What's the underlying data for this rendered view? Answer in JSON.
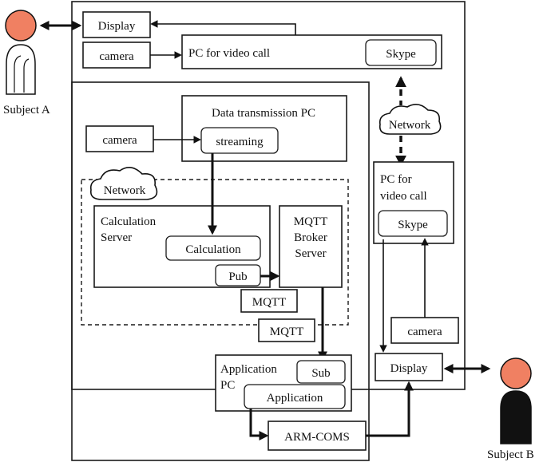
{
  "subjects": {
    "a": {
      "label": "Subject A",
      "head_color": "#f08062",
      "body_color": "#ffffff"
    },
    "b": {
      "label": "Subject B",
      "head_color": "#f08062",
      "body_color": "#111111"
    }
  },
  "site_a": {
    "display": "Display",
    "camera": "camera",
    "pc_video_call": "PC for video call",
    "skype": "Skype"
  },
  "system": {
    "data_pc_title": "Data transmission PC",
    "camera": "camera",
    "streaming": "streaming",
    "network": "Network",
    "calc_server_line1": "Calculation",
    "calc_server_line2": "Server",
    "calculation": "Calculation",
    "pub": "Pub",
    "mqtt_broker_line1": "MQTT",
    "mqtt_broker_line2": "Broker",
    "mqtt_broker_line3": "Server",
    "mqtt_1": "MQTT",
    "mqtt_2": "MQTT",
    "app_pc_line1": "Application",
    "app_pc_line2": "PC",
    "sub": "Sub",
    "application": "Application",
    "arm_coms": "ARM-COMS"
  },
  "site_b": {
    "network": "Network",
    "pc_video_call_line1": "PC for",
    "pc_video_call_line2": "video call",
    "skype": "Skype",
    "camera": "camera",
    "display": "Display"
  },
  "colors": {
    "line": "#111111",
    "head": "#f08062",
    "background": "#ffffff"
  }
}
